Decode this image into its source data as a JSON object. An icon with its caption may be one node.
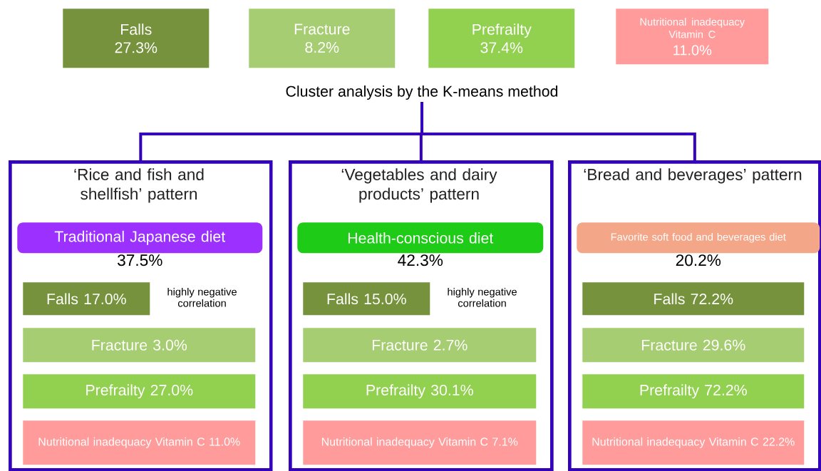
{
  "diagram": {
    "nodes": [
      {
        "text": [
          "Falls",
          "27.3%"
        ]
      },
      {
        "text": [
          "Fracture",
          "8.2%"
        ]
      },
      {
        "text": [
          "Prefrailty",
          "37.4%"
        ]
      },
      {
        "text": [
          "Nutritional inadequacy Vitamin C",
          "11.0%"
        ]
      },
      {
        "text": [
          "Cluster analysis by the K-means method"
        ]
      },
      {
        "text": [
          "‘Rice and fish and shellfish’ pattern"
        ]
      },
      {
        "text": [
          "Traditional Japanese diet"
        ],
        "in": 5,
        "beside": [
          "37.5%"
        ]
      },
      {
        "text": [
          "Falls 17.0%"
        ],
        "in": 5,
        "beside": [
          "highly negative correlation"
        ]
      },
      {
        "text": [
          "Fracture 3.0%"
        ],
        "in": 5
      },
      {
        "text": [
          "Prefrailty 27.0%"
        ],
        "in": 5
      },
      {
        "text": [
          "Nutritional inadequacy Vitamin C 11.0%"
        ],
        "in": 5
      },
      {
        "text": [
          "‘Vegetables and dairy products’ pattern"
        ]
      },
      {
        "text": [
          "Health-conscious diet"
        ],
        "in": 11,
        "beside": [
          "42.3%"
        ]
      },
      {
        "text": [
          "Falls 15.0%"
        ],
        "in": 11,
        "beside": [
          "highly negative correlation"
        ]
      },
      {
        "text": [
          "Fracture 2.7%"
        ],
        "in": 11
      },
      {
        "text": [
          "Prefrailty 30.1%"
        ],
        "in": 11
      },
      {
        "text": [
          "Nutritional inadequacy Vitamin C 7.1%"
        ],
        "in": 11
      },
      {
        "text": [
          "‘Bread and beverages’ pattern"
        ]
      },
      {
        "text": [
          "Favorite soft food and beverages diet"
        ],
        "in": 17,
        "beside": [
          "20.2%"
        ]
      },
      {
        "text": [
          "Falls 72.2%"
        ],
        "in": 17
      },
      {
        "text": [
          "Fracture 29.6%"
        ],
        "in": 17
      },
      {
        "text": [
          "Prefrailty 72.2%"
        ],
        "in": 17
      },
      {
        "text": [
          "Nutritional inadequacy Vitamin C 22.2%"
        ],
        "in": 17
      }
    ],
    "edges": [
      {
        "from": 4,
        "to": 5,
        "arrow": "none"
      },
      {
        "from": 4,
        "to": 11,
        "arrow": "none"
      },
      {
        "from": 4,
        "to": 17,
        "arrow": "none"
      }
    ]
  }
}
